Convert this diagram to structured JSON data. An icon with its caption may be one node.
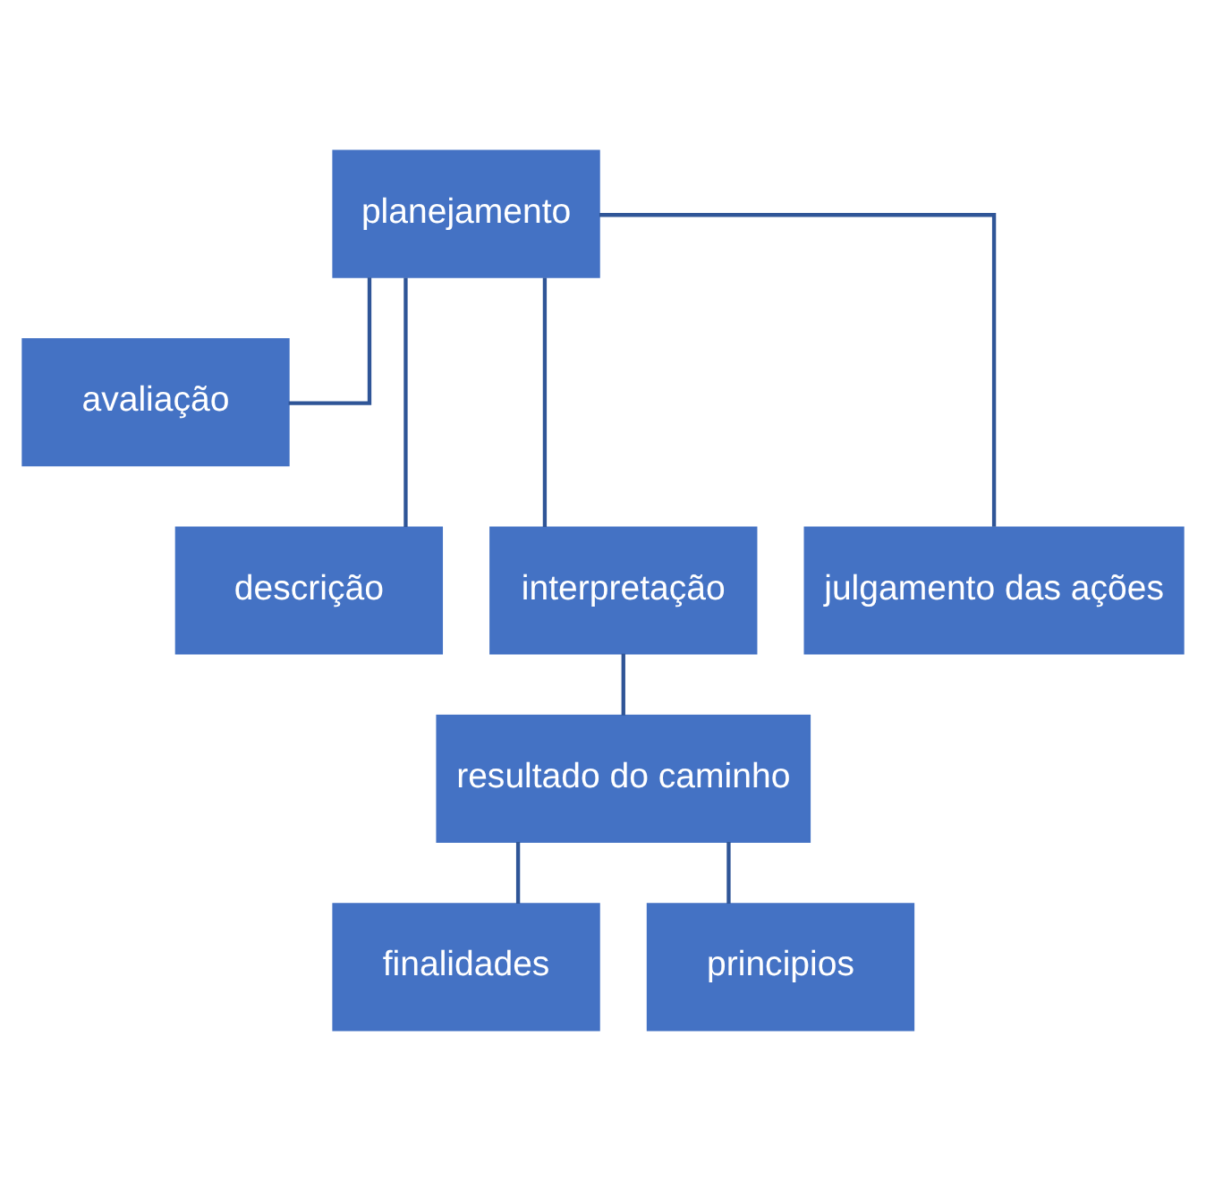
{
  "diagram": {
    "nodes": [
      {
        "text": [
          "planejamento"
        ]
      },
      {
        "text": [
          "avaliação"
        ]
      },
      {
        "text": [
          "descrição"
        ]
      },
      {
        "text": [
          "interpretação"
        ]
      },
      {
        "text": [
          "julgamento das ações"
        ]
      },
      {
        "text": [
          "resultado do caminho"
        ]
      },
      {
        "text": [
          "finalidades"
        ]
      },
      {
        "text": [
          "principios"
        ]
      }
    ],
    "edges": [
      {
        "from": 0,
        "to": 1,
        "arrow": "none"
      },
      {
        "from": 0,
        "to": 2,
        "arrow": "none"
      },
      {
        "from": 0,
        "to": 3,
        "arrow": "none"
      },
      {
        "from": 0,
        "to": 4,
        "arrow": "none"
      },
      {
        "from": 3,
        "to": 5,
        "arrow": "none"
      },
      {
        "from": 5,
        "to": 6,
        "arrow": "none"
      },
      {
        "from": 5,
        "to": 7,
        "arrow": "none"
      }
    ]
  }
}
